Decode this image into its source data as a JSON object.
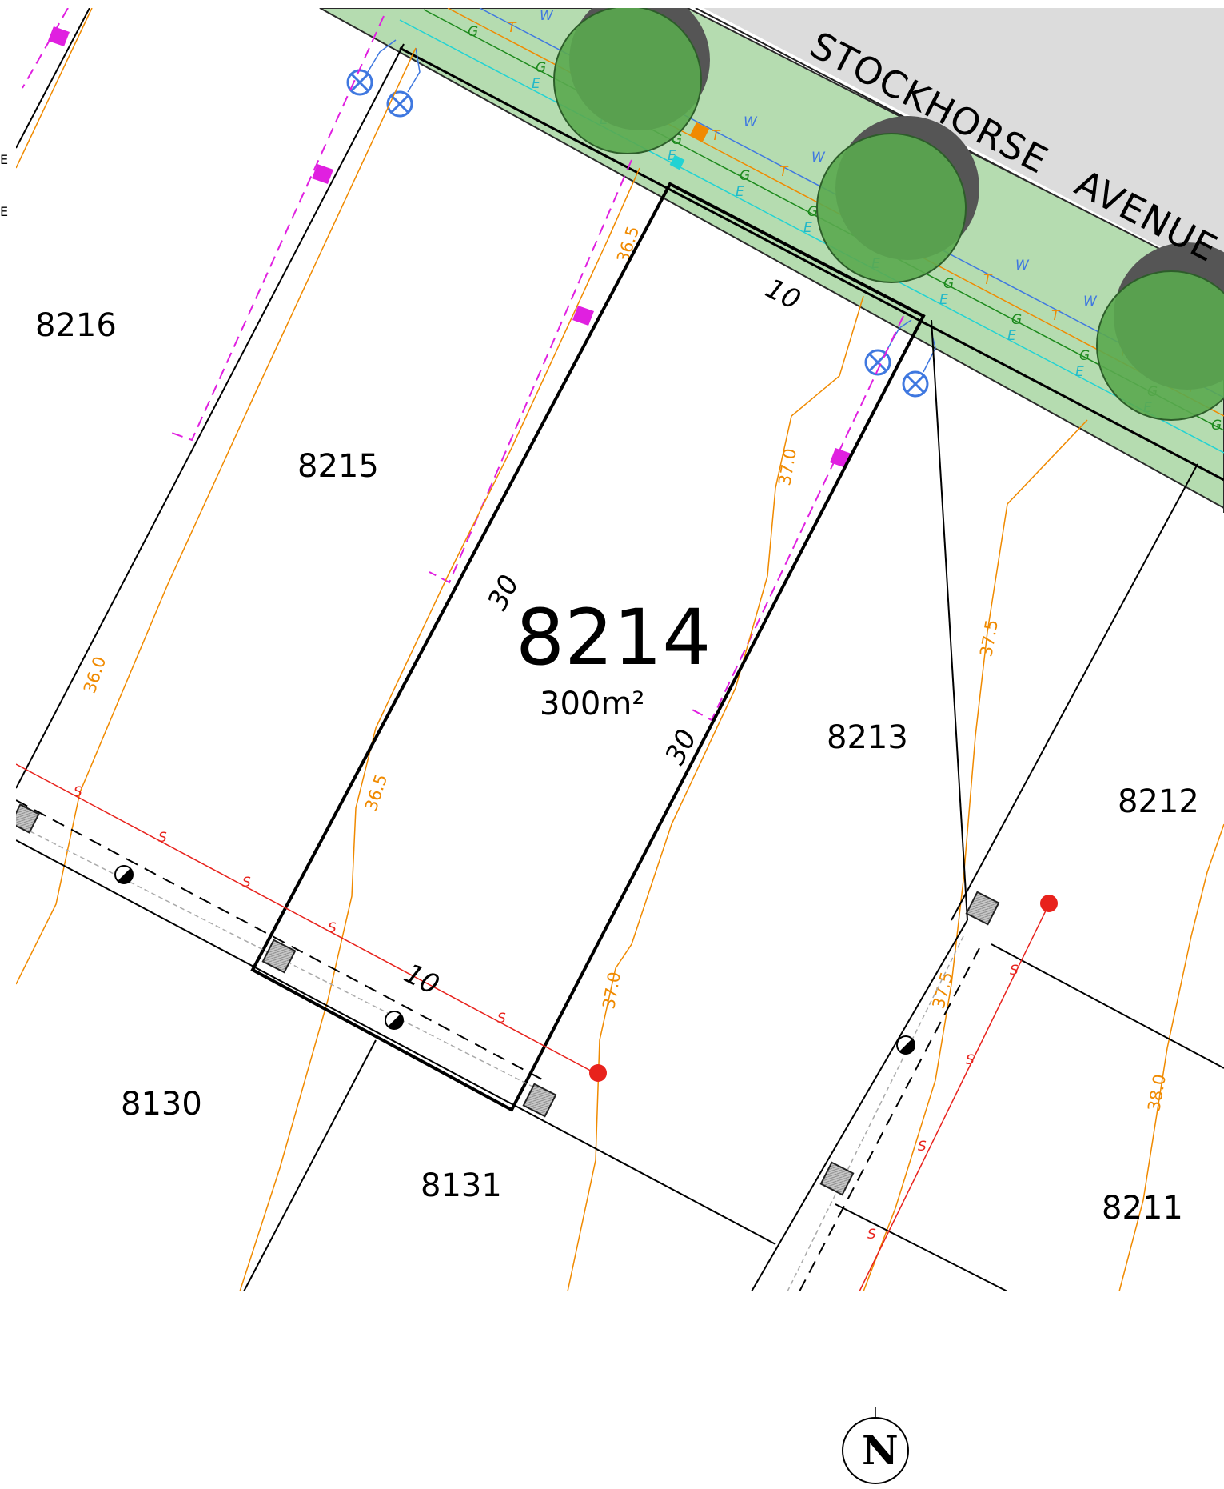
{
  "street": {
    "name": "STOCKHORSE   AVENUE"
  },
  "subject_lot": {
    "number": "8214",
    "area": "300m²"
  },
  "lots": [
    "8216",
    "8215",
    "8213",
    "8212",
    "8211",
    "8130",
    "8131"
  ],
  "dimensions": {
    "front": "10",
    "rear": "10",
    "left_side": "30",
    "right_side": "30"
  },
  "contours": {
    "c360": "36.0",
    "c365a": "36.5",
    "c365b": "36.5",
    "c370a": "37.0",
    "c370b": "37.0",
    "c375a": "37.5",
    "c375b": "37.5",
    "c380": "38.0"
  },
  "service_codes": {
    "water": "W",
    "telecom": "T",
    "gas": "G",
    "electric": "E",
    "sewer": "S"
  },
  "edge_labels": [
    "E",
    "E"
  ],
  "north_arrow": {
    "letter": "N"
  },
  "colors": {
    "road": "#dcdcdc",
    "verge": "#b5dcb0",
    "tree": "#5aa84f",
    "tree_shadow": "#555555",
    "contour": "#f08a00",
    "sewer": "#e8221c",
    "water": "#3f78e0",
    "gas": "#1d8a1d",
    "electric": "#22d3d3",
    "telecom": "#f08a00",
    "easement": "#e020e0"
  }
}
